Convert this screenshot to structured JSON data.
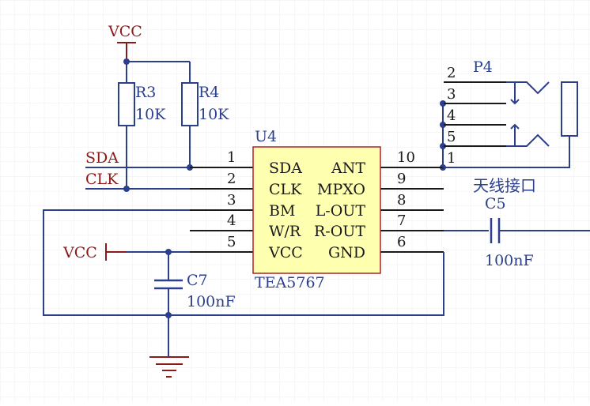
{
  "ic": {
    "designator": "U4",
    "part": "TEA5767",
    "left_pins": [
      {
        "num": "1",
        "name": "SDA"
      },
      {
        "num": "2",
        "name": "CLK"
      },
      {
        "num": "3",
        "name": "BM"
      },
      {
        "num": "4",
        "name": "W/R"
      },
      {
        "num": "5",
        "name": "VCC"
      }
    ],
    "right_pins": [
      {
        "num": "10",
        "name": "ANT"
      },
      {
        "num": "9",
        "name": "MPXO"
      },
      {
        "num": "8",
        "name": "L-OUT"
      },
      {
        "num": "7",
        "name": "R-OUT"
      },
      {
        "num": "6",
        "name": "GND"
      }
    ]
  },
  "resistors": [
    {
      "designator": "R3",
      "value": "10K"
    },
    {
      "designator": "R4",
      "value": "10K"
    }
  ],
  "capacitors": [
    {
      "designator": "C7",
      "value": "100nF"
    },
    {
      "designator": "C5",
      "value": "100nF"
    }
  ],
  "power": {
    "top": "VCC",
    "left": "VCC"
  },
  "nets": {
    "sda": "SDA",
    "clk": "CLK"
  },
  "connector": {
    "designator": "P4",
    "pins": [
      "2",
      "3",
      "4",
      "5",
      "1"
    ],
    "label": "天线接口"
  },
  "colors": {
    "wire": "#2b3f8c",
    "component": "#2b3f8c",
    "ic_fill": "#ffffb0",
    "ic_border": "#b0202a",
    "power": "#8b1a1a",
    "pin_line": "#1a1a1a",
    "grid": "#ececec"
  }
}
